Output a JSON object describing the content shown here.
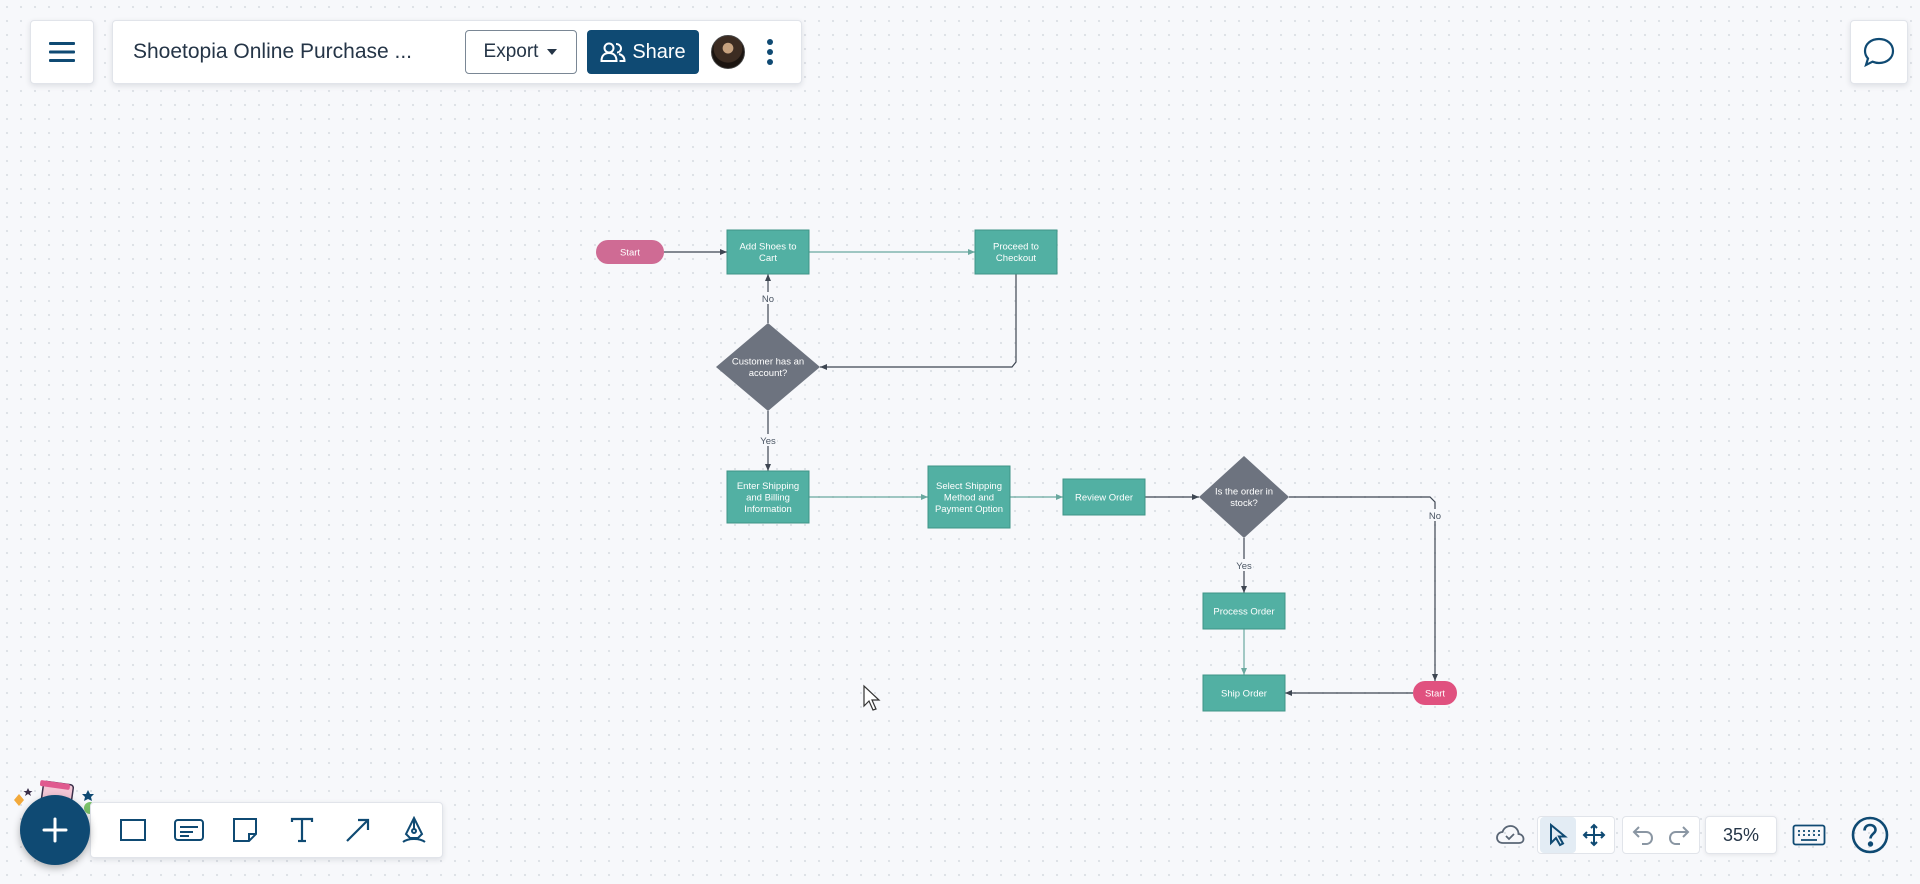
{
  "toolbar": {
    "title": "Shoetopia Online Purchase ...",
    "export_label": "Export",
    "share_label": "Share"
  },
  "zoom": {
    "level": "35%"
  },
  "colors": {
    "process": "#52b0a3",
    "decision": "#6d737f",
    "terminal": "#cf6b94",
    "terminal_alt": "#e0517f",
    "accent": "#0f4a73"
  },
  "icons": {
    "menu": "hamburger-icon",
    "comment": "comment-icon",
    "share": "people-icon",
    "add": "plus-icon"
  },
  "diagram": {
    "nodes": [
      {
        "id": "start1",
        "shape": "terminal",
        "lines": [
          "Start"
        ]
      },
      {
        "id": "add",
        "shape": "process",
        "lines": [
          "Add Shoes to",
          "Cart"
        ]
      },
      {
        "id": "proceed",
        "shape": "process",
        "lines": [
          "Proceed to",
          "Checkout"
        ]
      },
      {
        "id": "account",
        "shape": "decision",
        "lines": [
          "Customer has an",
          "account?"
        ]
      },
      {
        "id": "enter",
        "shape": "process",
        "lines": [
          "Enter Shipping",
          "and Billing",
          "Information"
        ]
      },
      {
        "id": "select",
        "shape": "process",
        "lines": [
          "Select Shipping",
          "Method and",
          "Payment Option"
        ]
      },
      {
        "id": "review",
        "shape": "process",
        "lines": [
          "Review Order"
        ]
      },
      {
        "id": "stock",
        "shape": "decision",
        "lines": [
          "Is the order in",
          "stock?"
        ]
      },
      {
        "id": "process",
        "shape": "process",
        "lines": [
          "Process Order"
        ]
      },
      {
        "id": "ship",
        "shape": "process",
        "lines": [
          "Ship Order"
        ]
      },
      {
        "id": "start2",
        "shape": "terminal-alt",
        "lines": [
          "Start"
        ]
      }
    ],
    "edges": [
      {
        "from": "start1",
        "to": "add",
        "label": ""
      },
      {
        "from": "add",
        "to": "proceed",
        "label": ""
      },
      {
        "from": "proceed",
        "to": "account",
        "label": ""
      },
      {
        "from": "account",
        "to": "add",
        "label": "No"
      },
      {
        "from": "account",
        "to": "enter",
        "label": "Yes"
      },
      {
        "from": "enter",
        "to": "select",
        "label": ""
      },
      {
        "from": "select",
        "to": "review",
        "label": ""
      },
      {
        "from": "review",
        "to": "stock",
        "label": ""
      },
      {
        "from": "stock",
        "to": "process",
        "label": "Yes"
      },
      {
        "from": "stock",
        "to": "start2",
        "label": "No"
      },
      {
        "from": "process",
        "to": "ship",
        "label": ""
      },
      {
        "from": "start2",
        "to": "ship",
        "label": ""
      }
    ]
  }
}
